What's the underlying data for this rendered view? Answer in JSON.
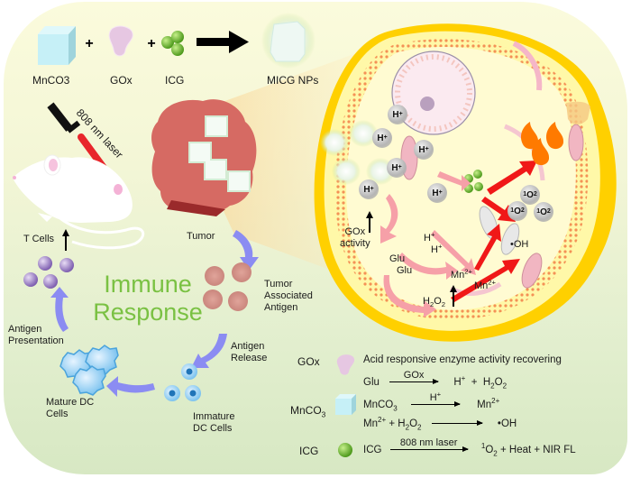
{
  "synthesis": {
    "reagents": [
      {
        "name": "MnCO3",
        "icon": "cube-icon"
      },
      {
        "name": "GOx",
        "icon": "enzyme-icon"
      },
      {
        "name": "ICG",
        "icon": "green-spheres-icon"
      }
    ],
    "plus": "+",
    "product": "MICG NPs"
  },
  "laser_label": "808 nm laser",
  "cycle": {
    "title_line1": "Immune",
    "title_line2": "Response",
    "tumor": "Tumor",
    "taa_line1": "Tumor",
    "taa_line2": "Associated",
    "taa_line3": "Antigen",
    "release_line1": "Antigen",
    "release_line2": "Release",
    "immature_line1": "Immature",
    "immature_line2": "DC Cells",
    "mature_line1": "Mature DC",
    "mature_line2": "Cells",
    "presentation_line1": "Antigen",
    "presentation_line2": "Presentation",
    "tcells": "T Cells"
  },
  "cell": {
    "proton": "H+",
    "gox_line1": "GOx",
    "gox_line2": "activity",
    "h1": "H+",
    "h2": "H+",
    "glu1": "Glu",
    "glu2": "Glu",
    "h2o2": "H2O2",
    "mn1": "Mn2+",
    "mn2": "Mn2+",
    "oh": "•OH",
    "singlet": "1O2"
  },
  "legend": {
    "gox": {
      "label": "GOx",
      "desc": "Acid responsive enzyme activity recovering",
      "eq_left": "Glu",
      "eq_over": "GOx",
      "eq_right_a": "H",
      "eq_right_b": "H",
      "eq_plus": "+"
    },
    "mnco3": {
      "label": "MnCO",
      "eq1_left": "MnCO",
      "eq1_over": "H+",
      "eq1_right": "Mn",
      "eq2_left": "Mn",
      "eq2_mid": "+ H",
      "eq2_right": "•OH"
    },
    "icg": {
      "label": "ICG",
      "eq_left": "ICG",
      "eq_over": "808 nm laser",
      "eq_right_a": "O",
      "eq_right_b": " + Heat + NIR FL"
    }
  },
  "colors": {
    "immune_green": "#7ac143",
    "cycle_arrow": "#8b8cf2",
    "reaction_arrow": "#f6a0a8",
    "product_arrow": "#f01818",
    "membrane": "#f49155"
  }
}
